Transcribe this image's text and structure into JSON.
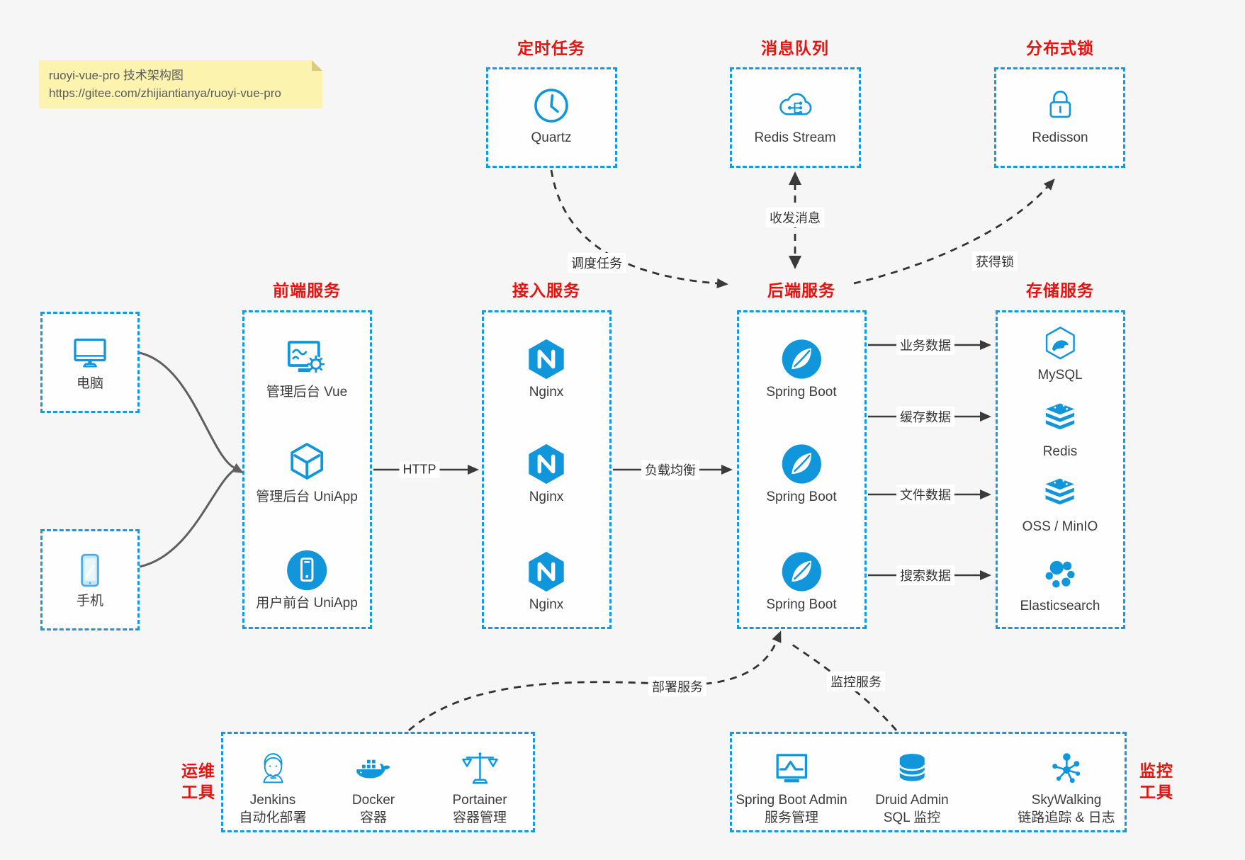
{
  "note": {
    "line1": "ruoyi-vue-pro 技术架构图",
    "line2": "https://gitee.com/zhijiantianya/ruoyi-vue-pro"
  },
  "top_services": [
    {
      "title": "定时任务",
      "name": "Quartz",
      "icon": "clock-icon"
    },
    {
      "title": "消息队列",
      "name": "Redis Stream",
      "icon": "cloud-stream-icon"
    },
    {
      "title": "分布式锁",
      "name": "Redisson",
      "icon": "lock-icon"
    }
  ],
  "clients": [
    {
      "label": "电脑",
      "icon": "desktop-icon"
    },
    {
      "label": "手机",
      "icon": "mobile-icon"
    }
  ],
  "frontend": {
    "title": "前端服务",
    "items": [
      {
        "label": "管理后台 Vue",
        "icon": "admin-vue-icon"
      },
      {
        "label": "管理后台 UniApp",
        "icon": "uniapp-cube-icon"
      },
      {
        "label": "用户前台 UniApp",
        "icon": "user-app-icon"
      }
    ]
  },
  "gateway": {
    "title": "接入服务",
    "items": [
      {
        "label": "Nginx",
        "icon": "nginx-icon"
      },
      {
        "label": "Nginx",
        "icon": "nginx-icon"
      },
      {
        "label": "Nginx",
        "icon": "nginx-icon"
      }
    ]
  },
  "backend": {
    "title": "后端服务",
    "items": [
      {
        "label": "Spring Boot",
        "icon": "spring-icon"
      },
      {
        "label": "Spring Boot",
        "icon": "spring-icon"
      },
      {
        "label": "Spring Boot",
        "icon": "spring-icon"
      }
    ]
  },
  "storage": {
    "title": "存储服务",
    "items": [
      {
        "label": "MySQL",
        "icon": "mysql-icon"
      },
      {
        "label": "Redis",
        "icon": "redis-icon"
      },
      {
        "label": "OSS / MinIO",
        "icon": "oss-icon"
      },
      {
        "label": "Elasticsearch",
        "icon": "elasticsearch-icon"
      }
    ]
  },
  "edges": {
    "http": "HTTP",
    "load_balance": "负载均衡",
    "schedule": "调度任务",
    "message": "收发消息",
    "lock": "获得锁",
    "business": "业务数据",
    "cache": "缓存数据",
    "file": "文件数据",
    "search": "搜索数据",
    "deploy": "部署服务",
    "monitor": "监控服务"
  },
  "ops": {
    "title_line1": "运维",
    "title_line2": "工具",
    "items": [
      {
        "name": "Jenkins",
        "desc": "自动化部署",
        "icon": "jenkins-icon"
      },
      {
        "name": "Docker",
        "desc": "容器",
        "icon": "docker-icon"
      },
      {
        "name": "Portainer",
        "desc": "容器管理",
        "icon": "portainer-icon"
      }
    ]
  },
  "monitoring": {
    "title_line1": "监控",
    "title_line2": "工具",
    "items": [
      {
        "name": "Spring Boot Admin",
        "desc": "服务管理",
        "icon": "admin-monitor-icon"
      },
      {
        "name": "Druid Admin",
        "desc": "SQL 监控",
        "icon": "database-icon"
      },
      {
        "name": "SkyWalking",
        "desc": "链路追踪 & 日志",
        "icon": "skywalking-icon"
      }
    ]
  },
  "colors": {
    "icon_blue": "#1296db",
    "border_blue": "#1699e0",
    "title_red": "#e8120f",
    "label_text": "#3c3c3c",
    "note_bg": "#fbf3ae",
    "arrow_dark": "#3a3a3a",
    "device_arrow_gray": "#5f5f5f"
  }
}
